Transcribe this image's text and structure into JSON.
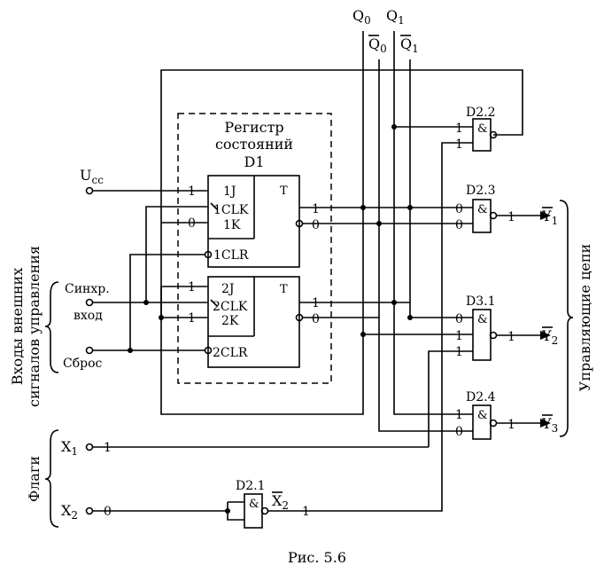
{
  "bus": {
    "q0": "Q",
    "q0_sub": "0",
    "q1": "Q",
    "q1_sub": "1",
    "nq0": "Q",
    "nq0_sub": "0",
    "nq1": "Q",
    "nq1_sub": "1"
  },
  "register": {
    "title_line1": "Регистр",
    "title_line2": "состояний",
    "name": "D1"
  },
  "ff1": {
    "j": "1J",
    "clk": "1CLK",
    "k": "1K",
    "clr": "1CLR",
    "t": "T",
    "j_in": "1",
    "k_in": "0",
    "q_out": "1",
    "nq_out": "0"
  },
  "ff2": {
    "j": "2J",
    "clk": "2CLK",
    "k": "2K",
    "clr": "2CLR",
    "t": "T",
    "j_in": "1",
    "k_in": "1",
    "q_out": "1",
    "nq_out": "0"
  },
  "inputs": {
    "ucc": "U",
    "ucc_sub": "cc",
    "sync_line1": "Синхр.",
    "sync_line2": "вход",
    "reset": "Сброс",
    "x1": "X",
    "x1_sub": "1",
    "x1_val": "1",
    "x2": "X",
    "x2_sub": "2",
    "x2_val": "0"
  },
  "side_labels": {
    "external_line1": "Входы внешних",
    "external_line2": "сигналов управления",
    "flags": "Флаги",
    "control": "Управляющие цепи"
  },
  "gates": {
    "amp": "&",
    "d22": {
      "name": "D2.2",
      "in1": "1",
      "in2": "1"
    },
    "d23": {
      "name": "D2.3",
      "in1": "0",
      "in2": "0",
      "out": "1",
      "y": "Y",
      "y_sub": "1"
    },
    "d31": {
      "name": "D3.1",
      "in1": "0",
      "in2": "1",
      "in3": "1",
      "out": "1",
      "y": "Y",
      "y_sub": "2"
    },
    "d24": {
      "name": "D2.4",
      "in1": "1",
      "in2": "0",
      "out": "1",
      "y": "Y",
      "y_sub": "3"
    },
    "d21": {
      "name": "D2.1",
      "out": "X",
      "out_sub": "2",
      "out_val": "1"
    }
  },
  "caption": "Рис. 5.6"
}
